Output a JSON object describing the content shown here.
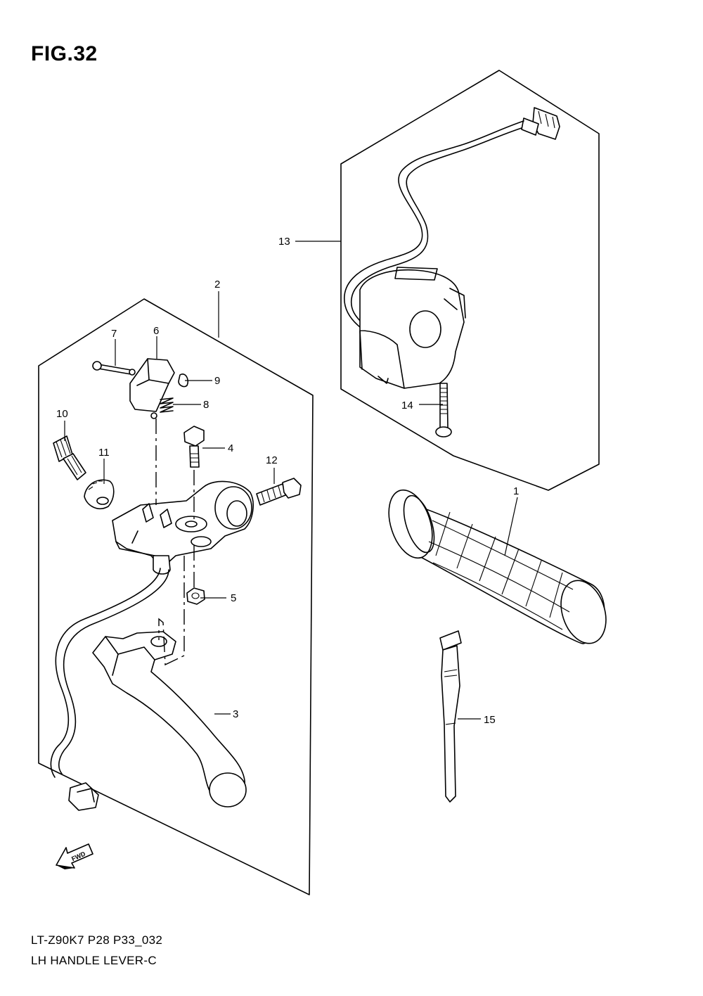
{
  "figure": {
    "title": "FIG.32"
  },
  "footer": {
    "model_code": "LT-Z90K7  P28  P33_032",
    "caption": "LH HANDLE LEVER-C"
  },
  "fwd_label": "FWD",
  "callouts": [
    {
      "id": "1",
      "label": "1"
    },
    {
      "id": "2",
      "label": "2"
    },
    {
      "id": "3",
      "label": "3"
    },
    {
      "id": "4",
      "label": "4"
    },
    {
      "id": "5",
      "label": "5"
    },
    {
      "id": "6",
      "label": "6"
    },
    {
      "id": "7",
      "label": "7"
    },
    {
      "id": "8",
      "label": "8"
    },
    {
      "id": "9",
      "label": "9"
    },
    {
      "id": "10",
      "label": "10"
    },
    {
      "id": "11",
      "label": "11"
    },
    {
      "id": "12",
      "label": "12"
    },
    {
      "id": "13",
      "label": "13"
    },
    {
      "id": "14",
      "label": "14"
    },
    {
      "id": "15",
      "label": "15"
    }
  ]
}
